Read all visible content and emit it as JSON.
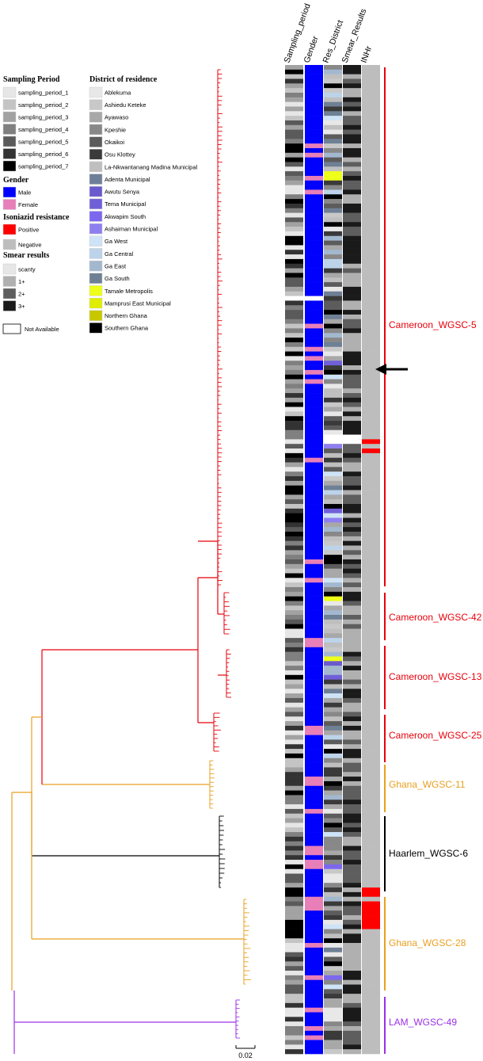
{
  "columns": [
    "Sampling_period",
    "Gender",
    "Res_District",
    "Smear_Results",
    "INHr"
  ],
  "legend": {
    "sampling_period": {
      "title": "Sampling Period",
      "items": [
        {
          "label": "sampling_period_1",
          "color": "#e6e6e6"
        },
        {
          "label": "sampling_period_2",
          "color": "#c4c4c4"
        },
        {
          "label": "sampling_period_3",
          "color": "#a2a2a2"
        },
        {
          "label": "sampling_period_4",
          "color": "#808080"
        },
        {
          "label": "sampling_period_5",
          "color": "#5a5a5a"
        },
        {
          "label": "sampling_period_6",
          "color": "#333333"
        },
        {
          "label": "sampling_period_7",
          "color": "#000000"
        }
      ]
    },
    "gender": {
      "title": "Gender",
      "items": [
        {
          "label": "Male",
          "color": "#0000ff"
        },
        {
          "label": "Female",
          "color": "#e87fb8"
        }
      ]
    },
    "isoniazid": {
      "title": "Isoniazid resistance",
      "items": [
        {
          "label": "Positive",
          "color": "#ff0000"
        },
        {
          "label": "Negative",
          "color": "#bdbdbd"
        }
      ]
    },
    "smear": {
      "title": "Smear results",
      "items": [
        {
          "label": "scanty",
          "color": "#e6e6e6"
        },
        {
          "label": "1+",
          "color": "#b0b0b0"
        },
        {
          "label": "2+",
          "color": "#5e5e5e"
        },
        {
          "label": "3+",
          "color": "#1a1a1a"
        }
      ]
    },
    "not_available": {
      "label": "Not Available",
      "color": "#ffffff"
    },
    "district": {
      "title": "District of residence",
      "items": [
        {
          "label": "Ablekuma",
          "color": "#e8e8e8"
        },
        {
          "label": "Ashiedu Keteke",
          "color": "#c8c8c8"
        },
        {
          "label": "Ayawaso",
          "color": "#a8a8a8"
        },
        {
          "label": "Kpeshie",
          "color": "#888888"
        },
        {
          "label": "Okaikoi",
          "color": "#5c5c5c"
        },
        {
          "label": "Osu Klottey",
          "color": "#3a3a3a"
        },
        {
          "label": "La-Nkwantanang Madina Municipal",
          "color": "#bfbfbf"
        },
        {
          "label": "Adenta Municipal",
          "color": "#6e7f99"
        },
        {
          "label": "Awutu Senya",
          "color": "#6a5acd"
        },
        {
          "label": "Tema Municipal",
          "color": "#7060d8"
        },
        {
          "label": "Akwapim South",
          "color": "#7b68ee"
        },
        {
          "label": "Ashaiman Municipal",
          "color": "#8e7ff0"
        },
        {
          "label": "Ga West",
          "color": "#cfe3f7"
        },
        {
          "label": "Ga Central",
          "color": "#bcd3ea"
        },
        {
          "label": "Ga East",
          "color": "#a3b8cf"
        },
        {
          "label": "Ga South",
          "color": "#6f8095"
        },
        {
          "label": "Tamale Metropolis",
          "color": "#eeff1a"
        },
        {
          "label": "Mamprusi East Municipal",
          "color": "#dfee00"
        },
        {
          "label": "Northern Ghana",
          "color": "#c8c800"
        },
        {
          "label": "Southern Ghana",
          "color": "#000000"
        }
      ]
    }
  },
  "clades": [
    {
      "label": "Cameroon_WGSC-5",
      "color": "#e8000b"
    },
    {
      "label": "Cameroon_WGSC-42",
      "color": "#e8000b"
    },
    {
      "label": "Cameroon_WGSC-13",
      "color": "#e8000b"
    },
    {
      "label": "Cameroon_WGSC-25",
      "color": "#e8000b"
    },
    {
      "label": "Ghana_WGSC-11",
      "color": "#e8a020"
    },
    {
      "label": "Haarlem_WGSC-6",
      "color": "#000000"
    },
    {
      "label": "Ghana_WGSC-28",
      "color": "#e8a020"
    },
    {
      "label": "LAM_WGSC-49",
      "color": "#9b30e8"
    }
  ],
  "scale_bar": {
    "label": "0.02"
  },
  "highlight_arrow": "pointing-left"
}
